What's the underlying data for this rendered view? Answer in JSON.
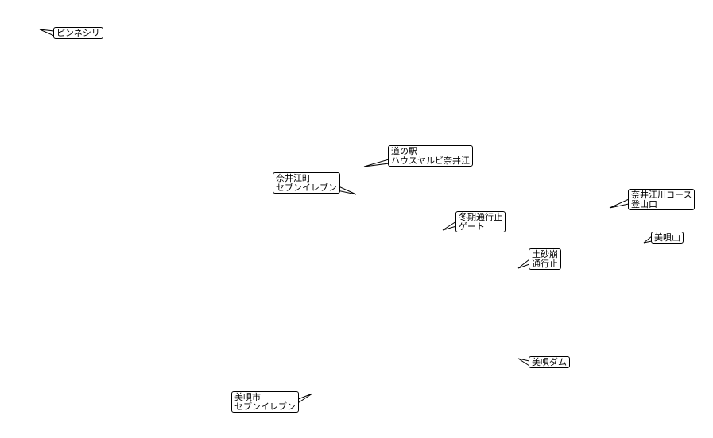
{
  "map": {
    "labels": [
      {
        "id": "pinneshiri",
        "lines": [
          "ピンネシリ"
        ]
      },
      {
        "id": "michinoeki",
        "lines": [
          "道の駅",
          "ハウスヤルビ奈井江"
        ]
      },
      {
        "id": "naie-seven",
        "lines": [
          "奈井江町",
          "セブンイレブン"
        ]
      },
      {
        "id": "naiegawa-course",
        "lines": [
          "奈井江川コース",
          "登山口"
        ]
      },
      {
        "id": "winter-gate",
        "lines": [
          "冬期通行止",
          "ゲート"
        ]
      },
      {
        "id": "bibaiyama",
        "lines": [
          "美唄山"
        ]
      },
      {
        "id": "landslide",
        "lines": [
          "土砂崩",
          "通行止"
        ]
      },
      {
        "id": "bibai-dam",
        "lines": [
          "美唄ダム"
        ]
      },
      {
        "id": "bibai-seven",
        "lines": [
          "美唄市",
          "セブンイレブン"
        ]
      }
    ]
  }
}
